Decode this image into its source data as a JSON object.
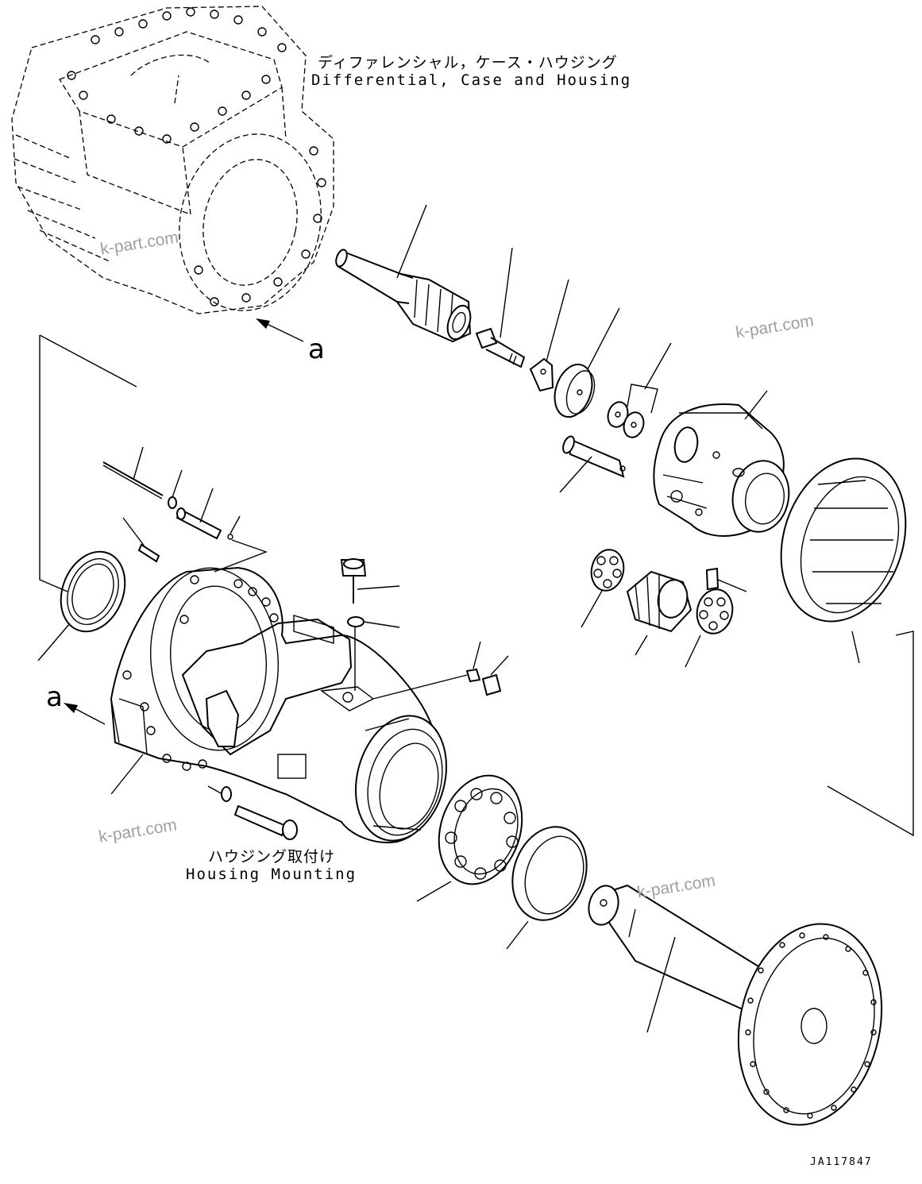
{
  "labels": {
    "differential_jp": "ディファレンシャル，ケース・ハウジング",
    "differential_en": "Differential, Case and Housing",
    "mounting_jp": "ハウジング取付け",
    "mounting_en": "Housing Mounting",
    "arrow_top": "a",
    "arrow_left": "a",
    "drawing_code": "JA117847"
  },
  "watermarks": [
    "k-part.com",
    "k-part.com",
    "k-part.com",
    "k-part.com"
  ]
}
